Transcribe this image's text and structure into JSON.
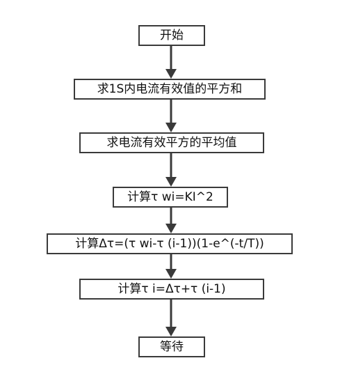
{
  "flowchart": {
    "nodes": [
      {
        "id": "start",
        "label": "开始"
      },
      {
        "id": "step1",
        "label": "求1S内电流有效值的平方和"
      },
      {
        "id": "step2",
        "label": "求电流有效平方的平均值"
      },
      {
        "id": "step3",
        "label": "计算τ wi=KI^2"
      },
      {
        "id": "step4",
        "label": "计算Δτ=(τ wi-τ (i-1))(1-e^(-t/T))"
      },
      {
        "id": "step5",
        "label": "计算τ i=Δτ+τ (i-1)"
      },
      {
        "id": "end",
        "label": "等待"
      }
    ],
    "colors": {
      "box_border": "#3a3a3a",
      "arrow": "#3a3a3a",
      "text": "#111111",
      "background": "#ffffff"
    }
  }
}
